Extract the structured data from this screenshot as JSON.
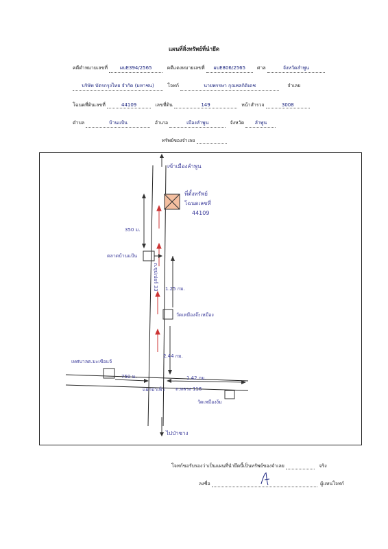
{
  "title": "แผนที่สิ่งทรัพย์ที่นำยึด",
  "case": {
    "black_label": "คดีดำหมายเลขที่",
    "black_value": "ผบE394/2565",
    "red_label": "คดีแดงหมายเลขที่",
    "red_value": "ผบE806/2565",
    "court_label": "ศาล",
    "court_value": "จังหวัดลำพูน"
  },
  "parties": {
    "plaintiff": "บริษัท บัตรกรุงไทย จำกัด (มหาชน)",
    "plaintiff_role": "โจทก์",
    "defendant": "นายพรรษา กุณพลกิติเดช",
    "defendant_role": "จำเลย"
  },
  "deed": {
    "deed_label": "โฉนดที่ดินเลขที่",
    "deed_value": "44109",
    "land_label": "เลขที่ดิน",
    "land_value": "149",
    "survey_label": "หน้าสำรวจ",
    "survey_value": "3008"
  },
  "location": {
    "subdistrict_label": "ตำบล",
    "subdistrict_value": "บ้านแป้น",
    "district_label": "อำเภอ",
    "district_value": "เมืองลำพูน",
    "province_label": "จังหวัด",
    "province_value": "ลำพูน"
  },
  "owner_label": "ทรัพย์ของจำเลย",
  "map": {
    "to_town": "เข้าเมืองลำพูน",
    "to_south": "ไปป่าซาง",
    "property_label": "ที่ตั้งทรัพย์",
    "property_deed": "โฉนดเลขที่",
    "property_deed_no": "44109",
    "dist_top": "350 ม.",
    "dist_mid": "1.25 กม.",
    "dist_low": "2.44 กม.",
    "dist_left": "750 ม.",
    "dist_right": "1.42 กม.",
    "landmark_market": "ตลาดบ้านแป้น",
    "landmark_temple": "วัดเหมืองจ๊ะเหมือง",
    "landmark_office": "เทศบาลต.มะเขือแจ้",
    "landmark_temple2": "วัดเหมืองง้ม",
    "highway_name": "ถ.ซุปเปอร์ 33",
    "road_name": "ถ.หลวง 116",
    "junction_name": "แยกป่าเห็ว"
  },
  "footer": {
    "certify_text": "โจทก์ขอรับรองว่าเป็นแผนที่นำยึดนี้เป็นทรัพย์ของจำเลย",
    "certify_end": "จริง",
    "sign_label": "ลงชื่อ",
    "sign_role": "ผู้แทนโจทก์"
  }
}
